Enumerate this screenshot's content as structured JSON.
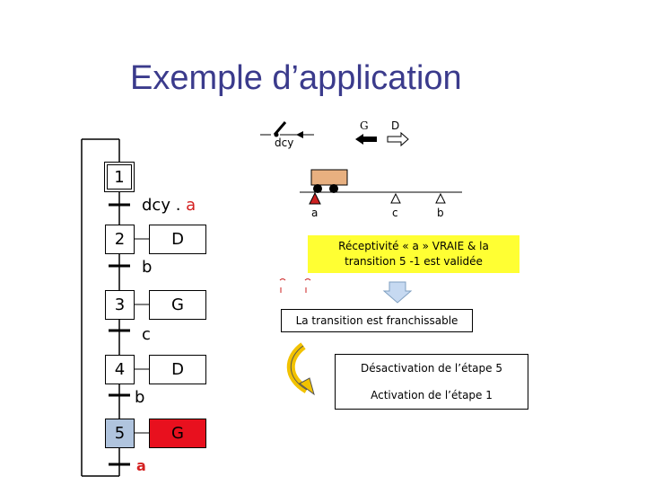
{
  "title": "Exemple d’application",
  "grafcet": {
    "steps": [
      {
        "number": "1",
        "action": ""
      },
      {
        "number": "2",
        "action": "D"
      },
      {
        "number": "3",
        "action": "G"
      },
      {
        "number": "4",
        "action": "D"
      },
      {
        "number": "5",
        "action": "G"
      }
    ],
    "transitions": [
      {
        "prefix": "dcy . ",
        "variable": "a"
      },
      {
        "prefix": "",
        "variable": "b"
      },
      {
        "prefix": "",
        "variable": "c"
      },
      {
        "prefix": "",
        "variable": "b"
      },
      {
        "prefix": "",
        "variable": "a"
      }
    ]
  },
  "system": {
    "switch_label": "dcy",
    "direction_left": "G",
    "direction_right": "D",
    "sensors": [
      "a",
      "c",
      "b"
    ]
  },
  "notes": {
    "receptivity": "Réceptivité « a » VRAIE & la transition 5 -1 est validée",
    "crossable": "La transition est franchissable",
    "deactivation": "Désactivation de l’étape 5",
    "activation": "Activation de l’étape 1"
  },
  "colors": {
    "title": "#3b3b8c",
    "active_variable": "#d42020",
    "active_step": "#b0c4de",
    "active_action": "#e8101e",
    "note_highlight": "#ffff33",
    "wagon": "#e8b080",
    "sensor_active": "#cc2020",
    "arrow_fill": "#c6d9f1",
    "curved_arrow": "#f2c200"
  }
}
